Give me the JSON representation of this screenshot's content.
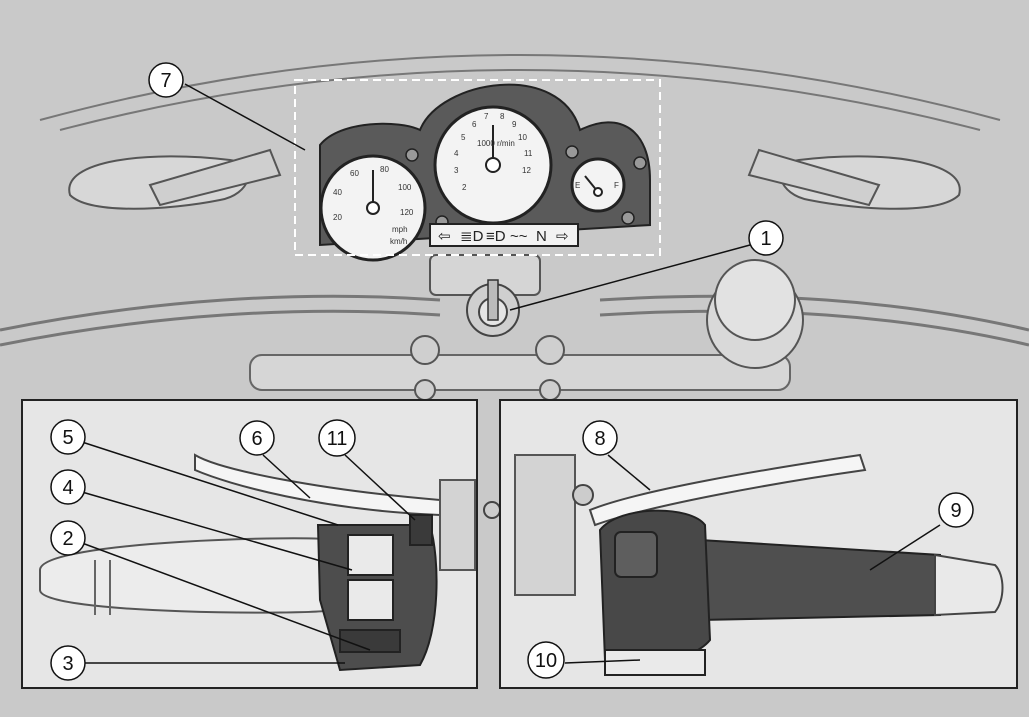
{
  "callouts": [
    {
      "id": "1",
      "label": "1"
    },
    {
      "id": "2",
      "label": "2"
    },
    {
      "id": "3",
      "label": "3"
    },
    {
      "id": "4",
      "label": "4"
    },
    {
      "id": "5",
      "label": "5"
    },
    {
      "id": "6",
      "label": "6"
    },
    {
      "id": "7",
      "label": "7"
    },
    {
      "id": "8",
      "label": "8"
    },
    {
      "id": "9",
      "label": "9"
    },
    {
      "id": "10",
      "label": "10"
    },
    {
      "id": "11",
      "label": "11"
    }
  ],
  "dash": {
    "tach_numbers": [
      "2",
      "3",
      "4",
      "5",
      "6",
      "7",
      "8",
      "9",
      "10",
      "11",
      "12"
    ],
    "tach_unit": "1000 r/min",
    "speed_unit_mph": "mph",
    "speed_unit_kmh": "km/h",
    "speed_numbers": [
      "20",
      "40",
      "60",
      "80",
      "100",
      "120"
    ],
    "indicators": [
      "⇦",
      "≣D",
      "≡D",
      "~~",
      "N",
      "⇨"
    ],
    "fuel_empty": "E",
    "fuel_full": "F"
  },
  "colors": {
    "background": "#c9c9c9",
    "panel": "#e6e6e6",
    "dark_part": "#4a4a4a",
    "outline": "#222222"
  }
}
